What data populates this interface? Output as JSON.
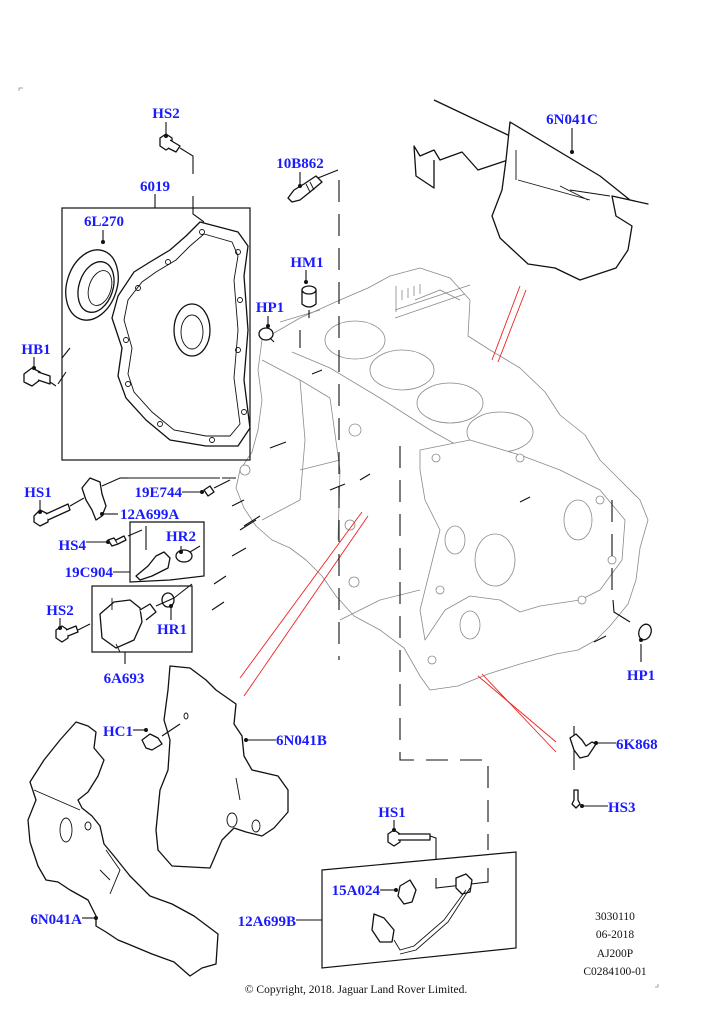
{
  "diagram": {
    "title": "Cylinder block - front cover, timing covers and sensors",
    "label_color": "#1a1aff",
    "highlight_color": "#ee2222",
    "callouts": {
      "hs2_top": "HS2",
      "cover_6019": "6019",
      "seal_6L270": "6L270",
      "hb1": "HB1",
      "sensor_10B862": "10B862",
      "hm1": "HM1",
      "hp1_top": "HP1",
      "shield_6N041C": "6N041C",
      "hs1_left": "HS1",
      "sensor_19E744": "19E744",
      "harness_12A699A": "12A699A",
      "hs4": "HS4",
      "hr2": "HR2",
      "sensor_19C904": "19C904",
      "hs2_mid": "HS2",
      "hr1": "HR1",
      "solenoid_6A693": "6A693",
      "hc1": "HC1",
      "cover_6N041B": "6N041B",
      "cover_6N041A": "6N041A",
      "hp1_right": "HP1",
      "bracket_6K868": "6K868",
      "hs3": "HS3",
      "hs1_bottom": "HS1",
      "sensor_15A024": "15A024",
      "harness_12A699B": "12A699B"
    },
    "reference": {
      "lines": [
        "3030110",
        "06-2018",
        "AJ200P",
        "C0284100-01"
      ]
    },
    "copyright": "© Copyright, 2018. Jaguar Land Rover Limited."
  }
}
